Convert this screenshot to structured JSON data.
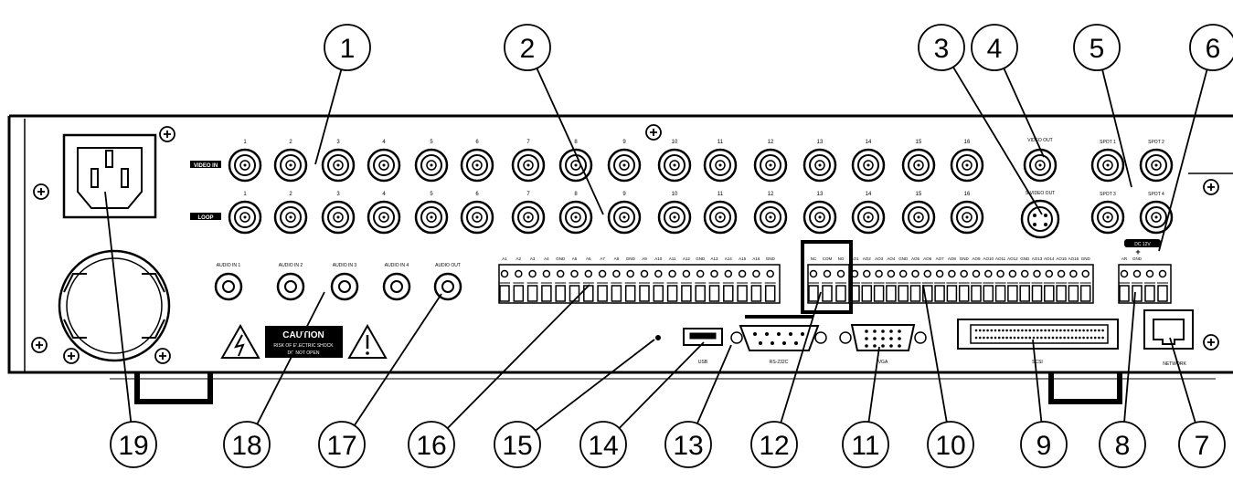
{
  "callouts": [
    "1",
    "2",
    "3",
    "4",
    "5",
    "6",
    "7",
    "8",
    "9",
    "10",
    "11",
    "12",
    "13",
    "14",
    "15",
    "16",
    "17",
    "18",
    "19"
  ],
  "video_in_label": "VIDEO IN",
  "loop_label": "LOOP",
  "channel_numbers": [
    "1",
    "2",
    "3",
    "4",
    "5",
    "6",
    "7",
    "8",
    "9",
    "10",
    "11",
    "12",
    "13",
    "14",
    "15",
    "16"
  ],
  "monitor_out_label": "VIDEO OUT",
  "svideo_out_label": "S-VIDEO OUT",
  "spot_labels": [
    "SPOT 1",
    "SPOT 2",
    "SPOT 3",
    "SPOT 4"
  ],
  "audio_in_labels": [
    "AUDIO IN 1",
    "AUDIO IN 2",
    "AUDIO IN 3",
    "AUDIO IN 4"
  ],
  "audio_out_label": "AUDIO OUT",
  "alarm_in_labels": [
    "A1",
    "A2",
    "A3",
    "A4",
    "GND",
    "A5",
    "A6",
    "A7",
    "A8",
    "GND",
    "A9",
    "A10",
    "A11",
    "A12",
    "GND",
    "A13",
    "A14",
    "A15",
    "A16",
    "GND"
  ],
  "relay_labels": [
    "NC",
    "COM",
    "NO"
  ],
  "alarm_out_labels": [
    "AO1",
    "AO2",
    "AO3",
    "AO4",
    "GND",
    "AO5",
    "AO6",
    "AO7",
    "AO8",
    "GND",
    "AO9",
    "AO10",
    "AO11",
    "AO12",
    "GND",
    "AO13",
    "AO14",
    "AO15",
    "AO16",
    "GND"
  ],
  "power_terminal_labels": [
    "AR",
    "GND"
  ],
  "power_dc_label": "DC 12V",
  "usb_label": "USB",
  "rs232_label": "RS-232C",
  "vga_label": "VGA",
  "scsi_label": "SCSI",
  "network_label": "NETWORK",
  "caution_title": "CAUTION",
  "caution_text_1": "RISK OF ELECTRIC SHOCK",
  "caution_text_2": "DO NOT OPEN",
  "colors": {
    "line": "#000000",
    "background": "#ffffff",
    "highlight": "#000000"
  }
}
